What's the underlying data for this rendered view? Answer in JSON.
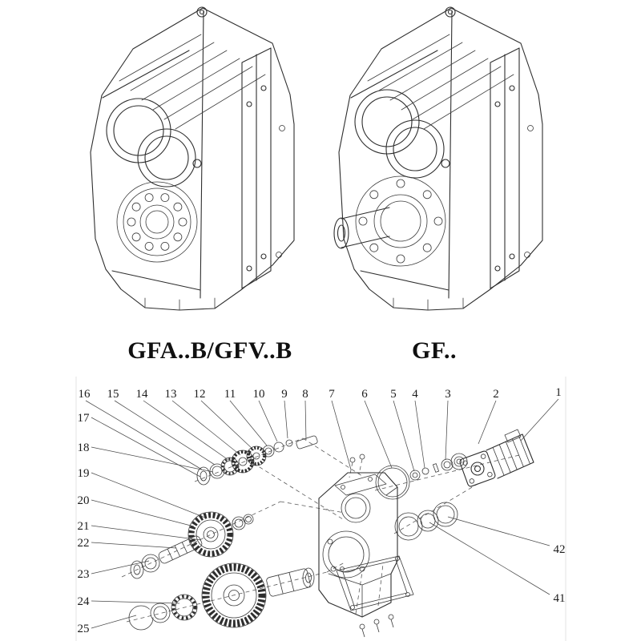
{
  "colors": {
    "ink": "#2e2e2e",
    "page": "#ffffff"
  },
  "figures": {
    "left_label": "GFA..B/GFV..B",
    "right_label": "GF.."
  },
  "callouts": {
    "c1": "1",
    "c2": "2",
    "c3": "3",
    "c4": "4",
    "c5": "5",
    "c6": "6",
    "c7": "7",
    "c8": "8",
    "c9": "9",
    "c10": "10",
    "c11": "11",
    "c12": "12",
    "c13": "13",
    "c14": "14",
    "c15": "15",
    "c16": "16",
    "c17": "17",
    "c18": "18",
    "c19": "19",
    "c20": "20",
    "c21": "21",
    "c22": "22",
    "c23": "23",
    "c24": "24",
    "c25": "25",
    "c41": "41",
    "c42": "42"
  }
}
